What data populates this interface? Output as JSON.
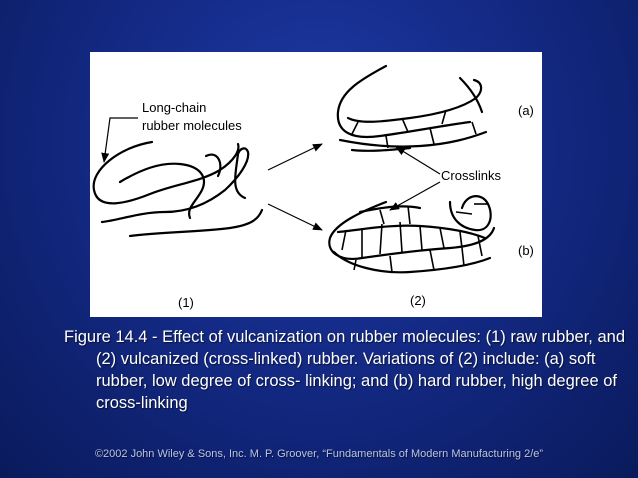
{
  "figure": {
    "label_long_chain": [
      "Long-chain",
      "rubber molecules"
    ],
    "label_crosslinks": "Crosslinks",
    "label_a": "(a)",
    "label_b": "(b)",
    "label_1": "(1)",
    "label_2": "(2)"
  },
  "caption": "Figure 14.4 - Effect of vulcanization on rubber molecules: (1) raw rubber, and (2) vulcanized (cross-linked) rubber. Variations of (2) include: (a) soft rubber, low degree of cross- linking; and (b) hard rubber, high degree of cross-linking",
  "footer": "©2002 John Wiley & Sons, Inc.  M. P. Groover, “Fundamentals of Modern Manufacturing 2/e”"
}
